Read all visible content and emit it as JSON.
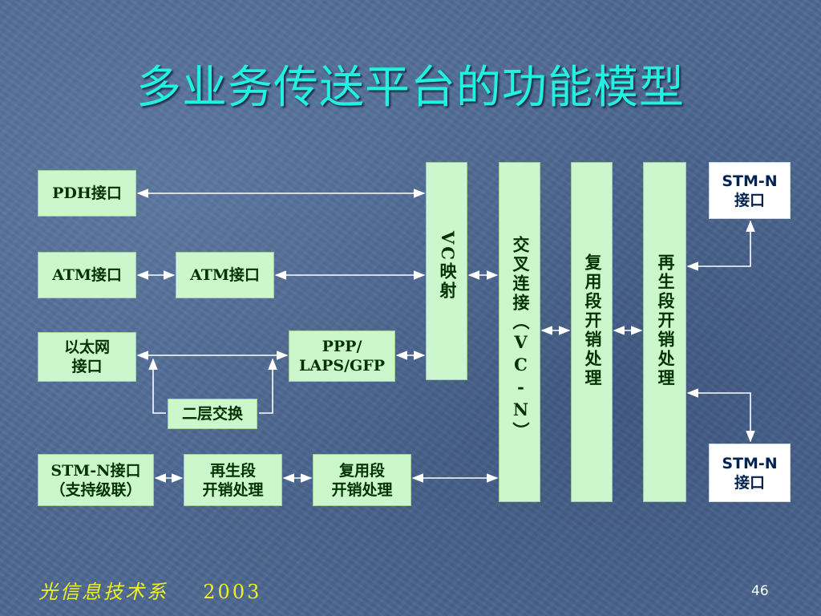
{
  "title": "多业务传送平台的功能模型",
  "boxes": {
    "pdh": "PDH接口",
    "atm_left": "ATM接口",
    "atm_mid": "ATM接口",
    "ethernet": "以太网\n接口",
    "ppp": "PPP/\nLAPS/GFP",
    "l2switch": "二层交换",
    "stm_cascade": "STM-N接口\n（支持级联）",
    "regen_small": "再生段\n开销处理",
    "mux_small": "复用段\n开销处理",
    "vc_mapping": "VC映射",
    "cross_connect": "交叉连接（VC-N）",
    "mux_section": "复用段开销处理",
    "regen_section": "再生段开销处理",
    "stm_top": "STM-N\n接口",
    "stm_bottom": "STM-N\n接口"
  },
  "footer": {
    "org": "光信息技术系",
    "year": "2003"
  },
  "page_number": "46"
}
